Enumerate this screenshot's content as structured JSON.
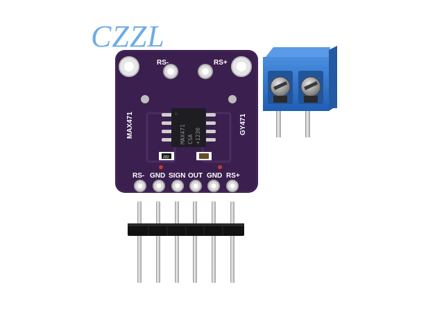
{
  "watermark": {
    "brand": "CZZL"
  },
  "board": {
    "pad_labels_top": [
      "RS-",
      "RS+"
    ],
    "side_label_left": "MAX471",
    "side_label_right": "GY471",
    "pin_labels": [
      "RS-",
      "GND",
      "SIGN",
      "OUT",
      "GND",
      "RS+"
    ],
    "resistor_marking": "Z82",
    "chip_marking": [
      "MAX471",
      "CSA",
      "+1230"
    ]
  },
  "colors": {
    "board_purple": "#3b1f4f",
    "terminal_blue": "#2f73c9",
    "pin_silver": "#d9d9d9",
    "header_plastic": "#111111",
    "watermark_blue": "#62a6e2"
  }
}
